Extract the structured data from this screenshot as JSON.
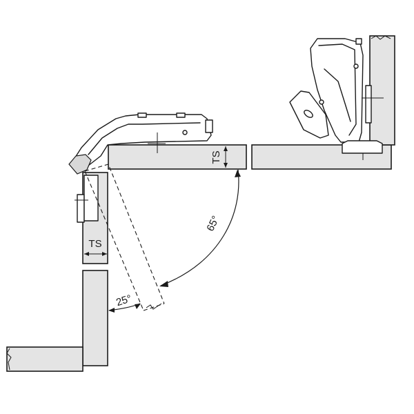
{
  "labels": {
    "ts_vertical": "TS",
    "ts_horizontal": "TS",
    "angle_65": "65°",
    "angle_25": "25°"
  },
  "colors": {
    "panel_fill": "#e4e4e4",
    "stroke": "#1a1a1a"
  }
}
